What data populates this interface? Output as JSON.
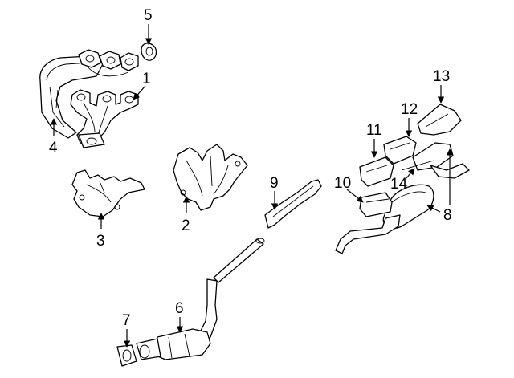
{
  "diagram": {
    "callouts": [
      {
        "id": "1",
        "label": "1"
      },
      {
        "id": "2",
        "label": "2"
      },
      {
        "id": "3",
        "label": "3"
      },
      {
        "id": "4",
        "label": "4"
      },
      {
        "id": "5",
        "label": "5"
      },
      {
        "id": "6",
        "label": "6"
      },
      {
        "id": "7",
        "label": "7"
      },
      {
        "id": "8",
        "label": "8"
      },
      {
        "id": "9",
        "label": "9"
      },
      {
        "id": "10",
        "label": "10"
      },
      {
        "id": "11",
        "label": "11"
      },
      {
        "id": "12",
        "label": "12"
      },
      {
        "id": "13",
        "label": "13"
      },
      {
        "id": "14",
        "label": "14"
      }
    ],
    "colors": {
      "line": "#000000",
      "fill": "#ffffff",
      "shade": "#d9d9d9"
    }
  }
}
